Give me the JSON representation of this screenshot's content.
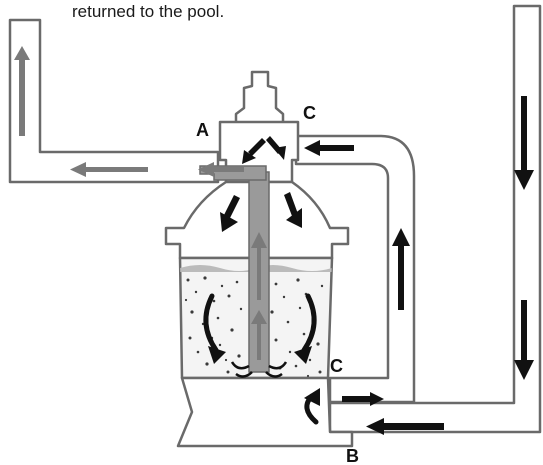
{
  "caption": "returned to the pool.",
  "labels": {
    "a": "A",
    "c_top": "C",
    "c_bottom": "C",
    "b": "B"
  },
  "colors": {
    "outline": "#6a6a6a",
    "pipe_fill": "#ffffff",
    "arrow_dark": "#111111",
    "arrow_gray": "#7a7a7a",
    "tube_fill": "#9a9a9a",
    "media_dots": "#3a3a3a"
  }
}
